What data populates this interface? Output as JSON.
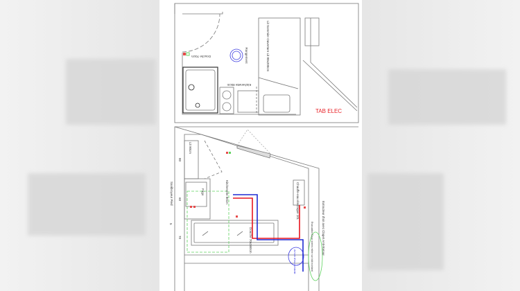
{
  "plan_top": {
    "labels": {
      "shower": "Douche 70cm",
      "storage": "Rangement",
      "bed": "Lit Sommier Ouverture Lit 80x200cm",
      "kitchenette": "Kitchenette 80cm",
      "panel": "TAB ELEC"
    }
  },
  "plan_bottom": {
    "labels": {
      "bed": "Lit 90cm",
      "fridge": "Frigo",
      "kitchenette": "Kitchenette 80cm",
      "shower": "Douche 70x160cm",
      "water_heater": "Chauffe-eau électrique 10L",
      "extractor": "Extracteur d'air avec Clapet Anti-Retour",
      "drain": "Evacuation Eaux usées reliée sur bâti existant",
      "water_inlet": "Arrivée d'eau existante",
      "toilet": "Sanibroyeur Pied"
    },
    "dimensions": [
      "80",
      "60",
      "5",
      "70"
    ]
  },
  "colors": {
    "panel_text": "#e8252a",
    "hot_water": "#e8141e",
    "cold_water": "#1e2ad2",
    "drain": "#5fd35f",
    "annotation": "#3a3ae0"
  }
}
